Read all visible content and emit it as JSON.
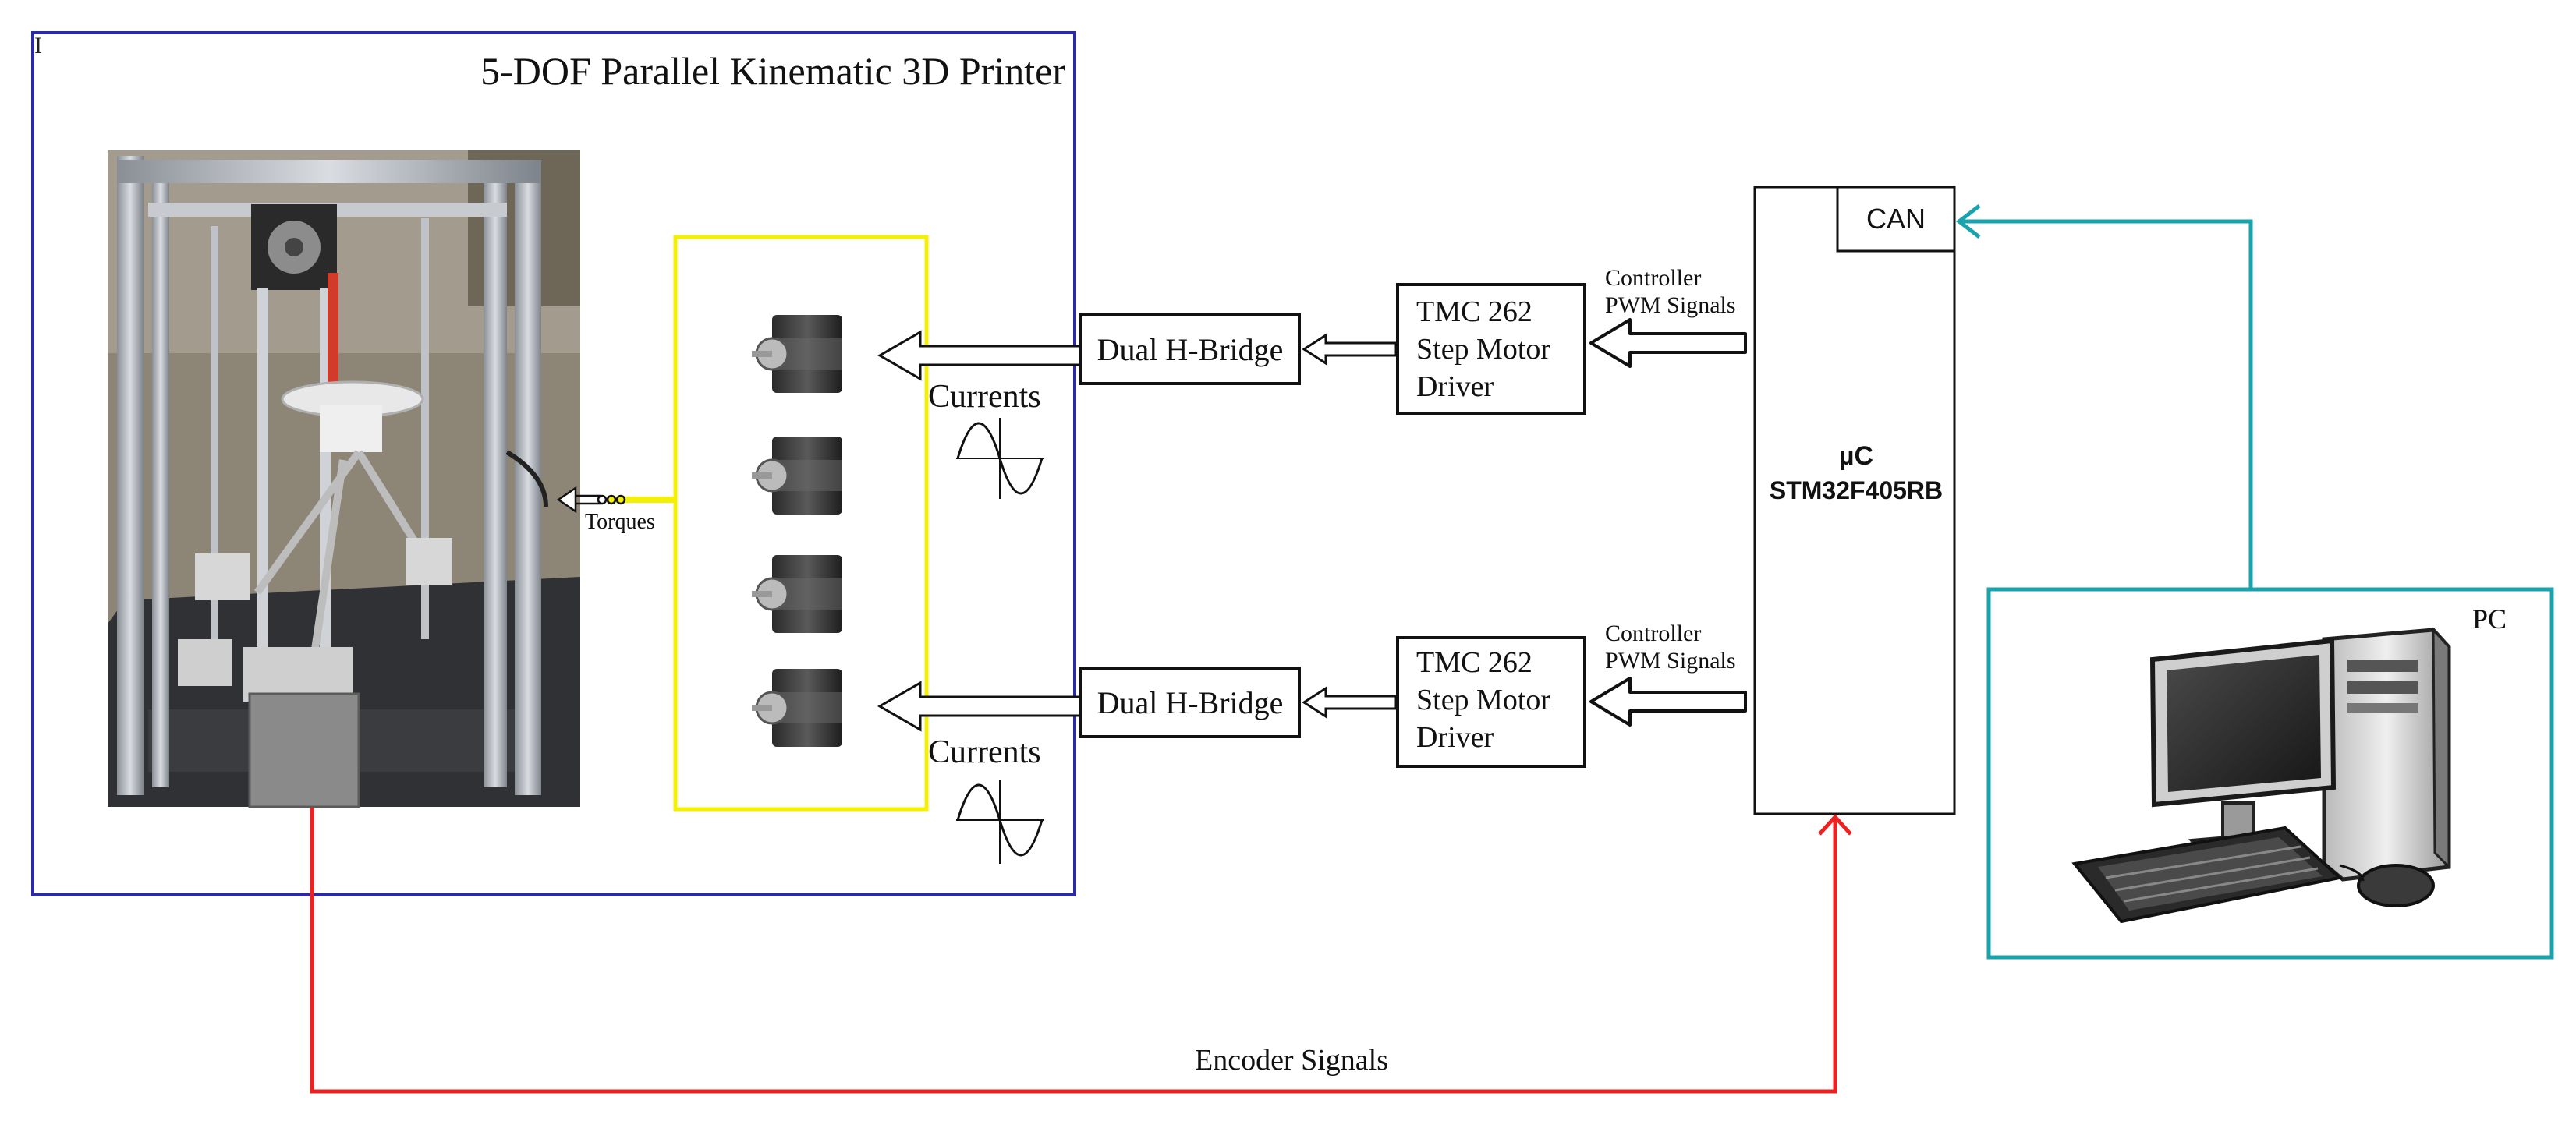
{
  "printer": {
    "title": "5-DOF Parallel Kinematic 3D Printer",
    "corner_mark": "I"
  },
  "motors": {
    "count": 4,
    "torques_label": "Torques",
    "currents_label": "Currents"
  },
  "bridges": [
    {
      "label": "Dual H-Bridge"
    },
    {
      "label": "Dual H-Bridge"
    }
  ],
  "drivers": [
    {
      "line1": "TMC 262",
      "line2": "Step Motor",
      "line3": "Driver"
    },
    {
      "line1": "TMC 262",
      "line2": "Step Motor",
      "line3": "Driver"
    }
  ],
  "controller_signal": {
    "line1": "Controller",
    "line2": "PWM Signals"
  },
  "microcontroller": {
    "line1": "µC",
    "line2": "STM32F405RB",
    "can_label": "CAN"
  },
  "pc": {
    "label": "PC"
  },
  "encoder": {
    "label": "Encoder Signals"
  },
  "colors": {
    "printer_frame": "#2a2aa6",
    "motor_frame": "#f5f000",
    "torque_line": "#f5f000",
    "encoder_line": "#ee2020",
    "pc_frame": "#1aa3ad",
    "box_stroke": "#000000",
    "text": "#111111"
  }
}
